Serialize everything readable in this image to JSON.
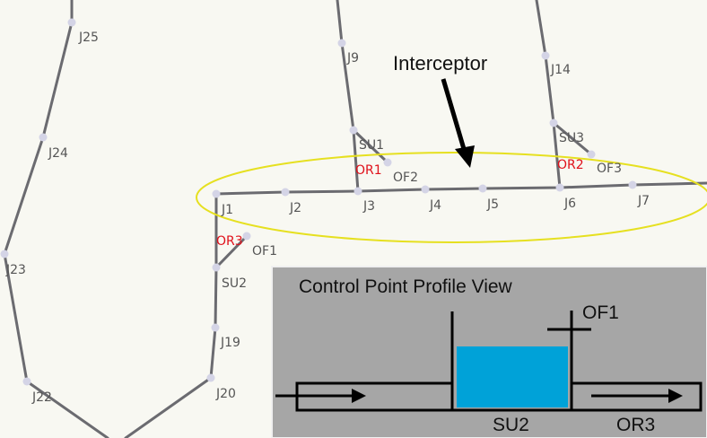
{
  "nodes": {
    "J25": "J25",
    "J24": "J24",
    "J23": "J23",
    "J22": "J22",
    "J9": "J9",
    "J14": "J14",
    "SU1": "SU1",
    "SU3": "SU3",
    "SU2": "SU2",
    "OF1": "OF1",
    "OF2": "OF2",
    "OF3": "OF3",
    "J1": "J1",
    "J2": "J2",
    "J3": "J3",
    "J4": "J4",
    "J5": "J5",
    "J6": "J6",
    "J7": "J7",
    "J19": "J19",
    "J20": "J20"
  },
  "orifices": {
    "OR1": "OR1",
    "OR2": "OR2",
    "OR3": "OR3"
  },
  "callout": {
    "label": "Interceptor"
  },
  "inset": {
    "title": "Control Point Profile View",
    "outfall_label": "OF1",
    "storage_label": "SU2",
    "orifice_label": "OR3"
  },
  "colors": {
    "background": "#f8f8f2",
    "link": "#6b6b70",
    "node": "#d4d4e6",
    "orifice_label": "#e0101a",
    "highlight_ellipse": "#e6e020",
    "inset_background": "#a6a6a6",
    "water": "#00a2d8"
  }
}
